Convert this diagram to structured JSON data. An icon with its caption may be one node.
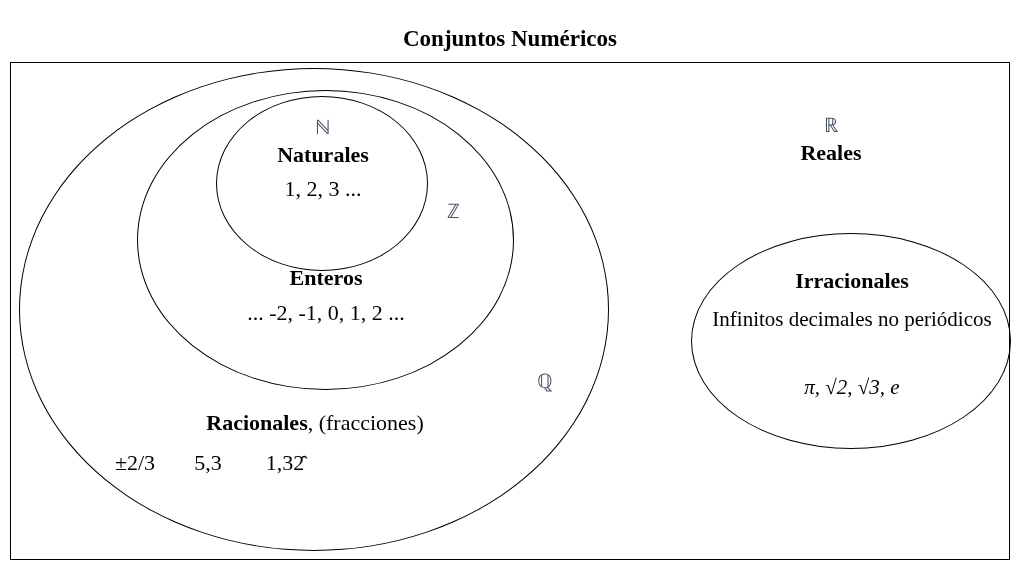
{
  "diagram": {
    "title": "Conjuntos Numéricos",
    "nodes": [
      {
        "text": [
          "ℝ",
          "Reales"
        ]
      },
      {
        "text": [
          "ℚ",
          "**Racionales**, (fracciones)",
          "±2/3",
          "5,3",
          "1,32̑"
        ],
        "in": 0
      },
      {
        "text": [
          "ℤ",
          "Enteros",
          "... -2, -1, 0, 1, 2 ..."
        ],
        "in": 1
      },
      {
        "text": [
          "ℕ",
          "Naturales",
          "1, 2, 3 ..."
        ],
        "in": 2
      },
      {
        "text": [
          "Irracionales",
          "Infinitos decimales no periódicos",
          "π, √2, √3, e"
        ],
        "in": 0
      }
    ],
    "edges": []
  }
}
